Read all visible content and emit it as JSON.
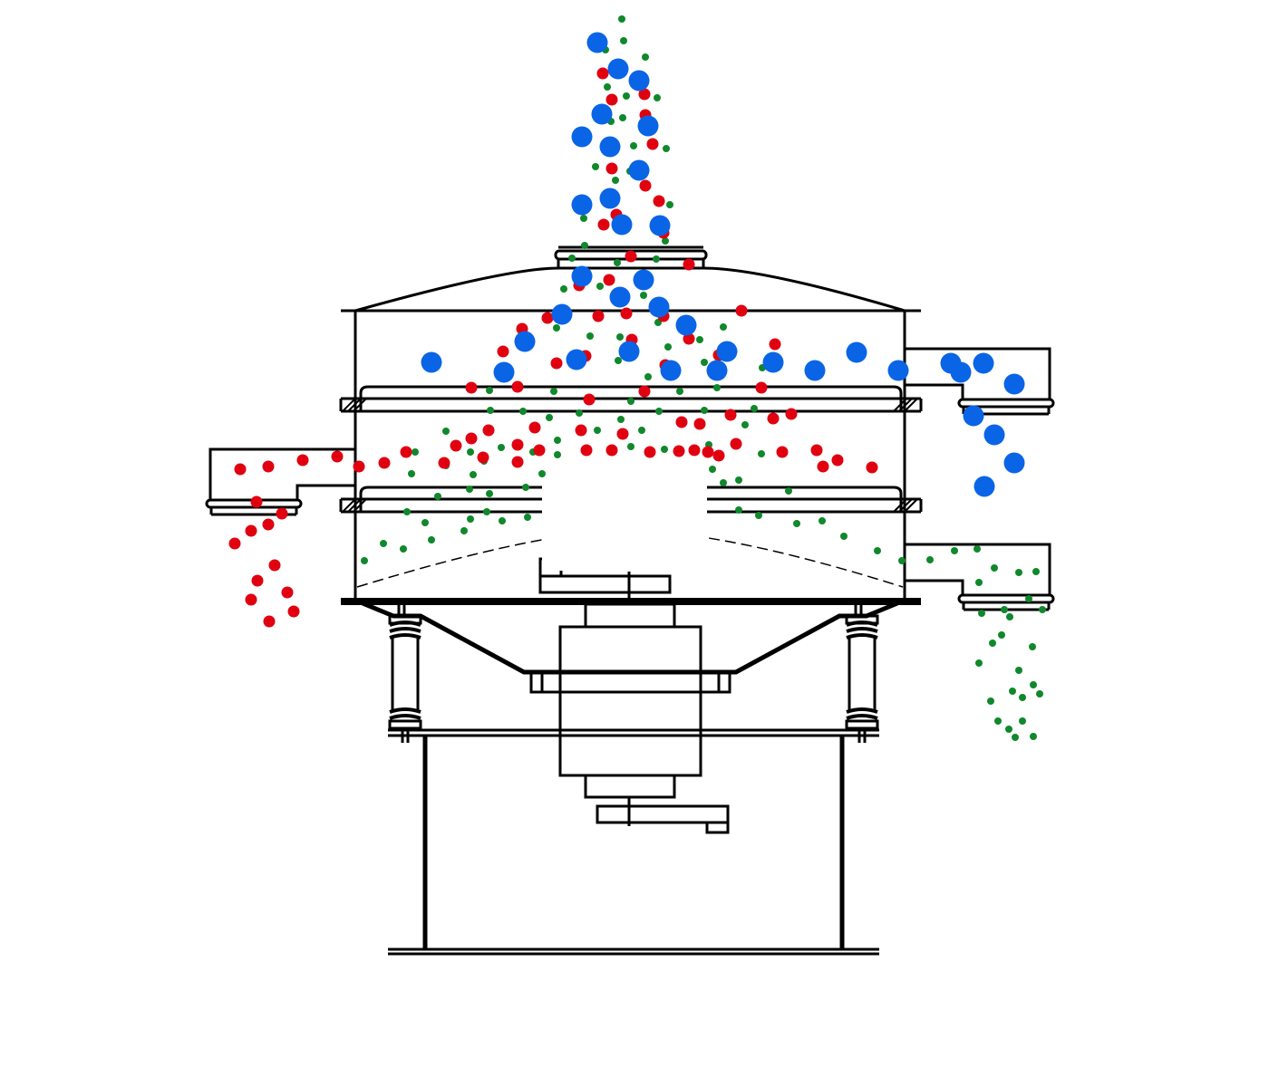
{
  "diagram": {
    "subject": "vibrating-screen-separator",
    "decks": 2,
    "outlets": [
      "left-middle",
      "right-upper",
      "right-lower"
    ],
    "colors": {
      "line": "#000000",
      "large_particle": "#0a64e6",
      "medium_particle": "#e00010",
      "fine_particle": "#10882c",
      "background": "#ffffff"
    },
    "particles": {
      "large": {
        "name": "blue",
        "color_key": "large_particle"
      },
      "medium": {
        "name": "red",
        "color_key": "medium_particle"
      },
      "fine": {
        "name": "green",
        "color_key": "fine_particle"
      }
    }
  }
}
